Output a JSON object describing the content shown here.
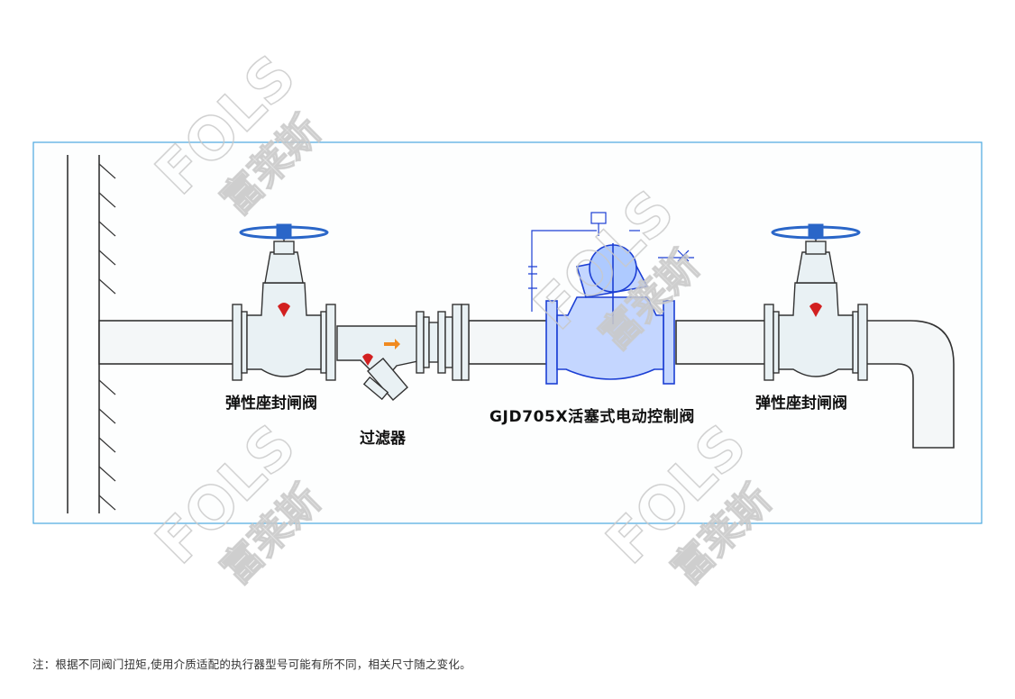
{
  "labels": {
    "gate_valve_left": "弹性座封闸阀",
    "filter": "过滤器",
    "control_valve": "GJD705X活塞式电动控制阀",
    "gate_valve_right": "弹性座封闸阀"
  },
  "watermark": {
    "brand": "FOLS",
    "brand_cn": "富莱斯"
  },
  "footnote": "注：根据不同阀门扭矩,使用介质适配的执行器型号可能有所不同，相关尺寸随之变化。",
  "colors": {
    "frame": "#4aa8e0",
    "pipe_fill": "#f4f7f8",
    "valve_fill": "#e9f1f4",
    "control_valve_blue": "#1c3fd4",
    "handwheel_blue": "#2a66c8",
    "logo_red": "#d22020"
  }
}
